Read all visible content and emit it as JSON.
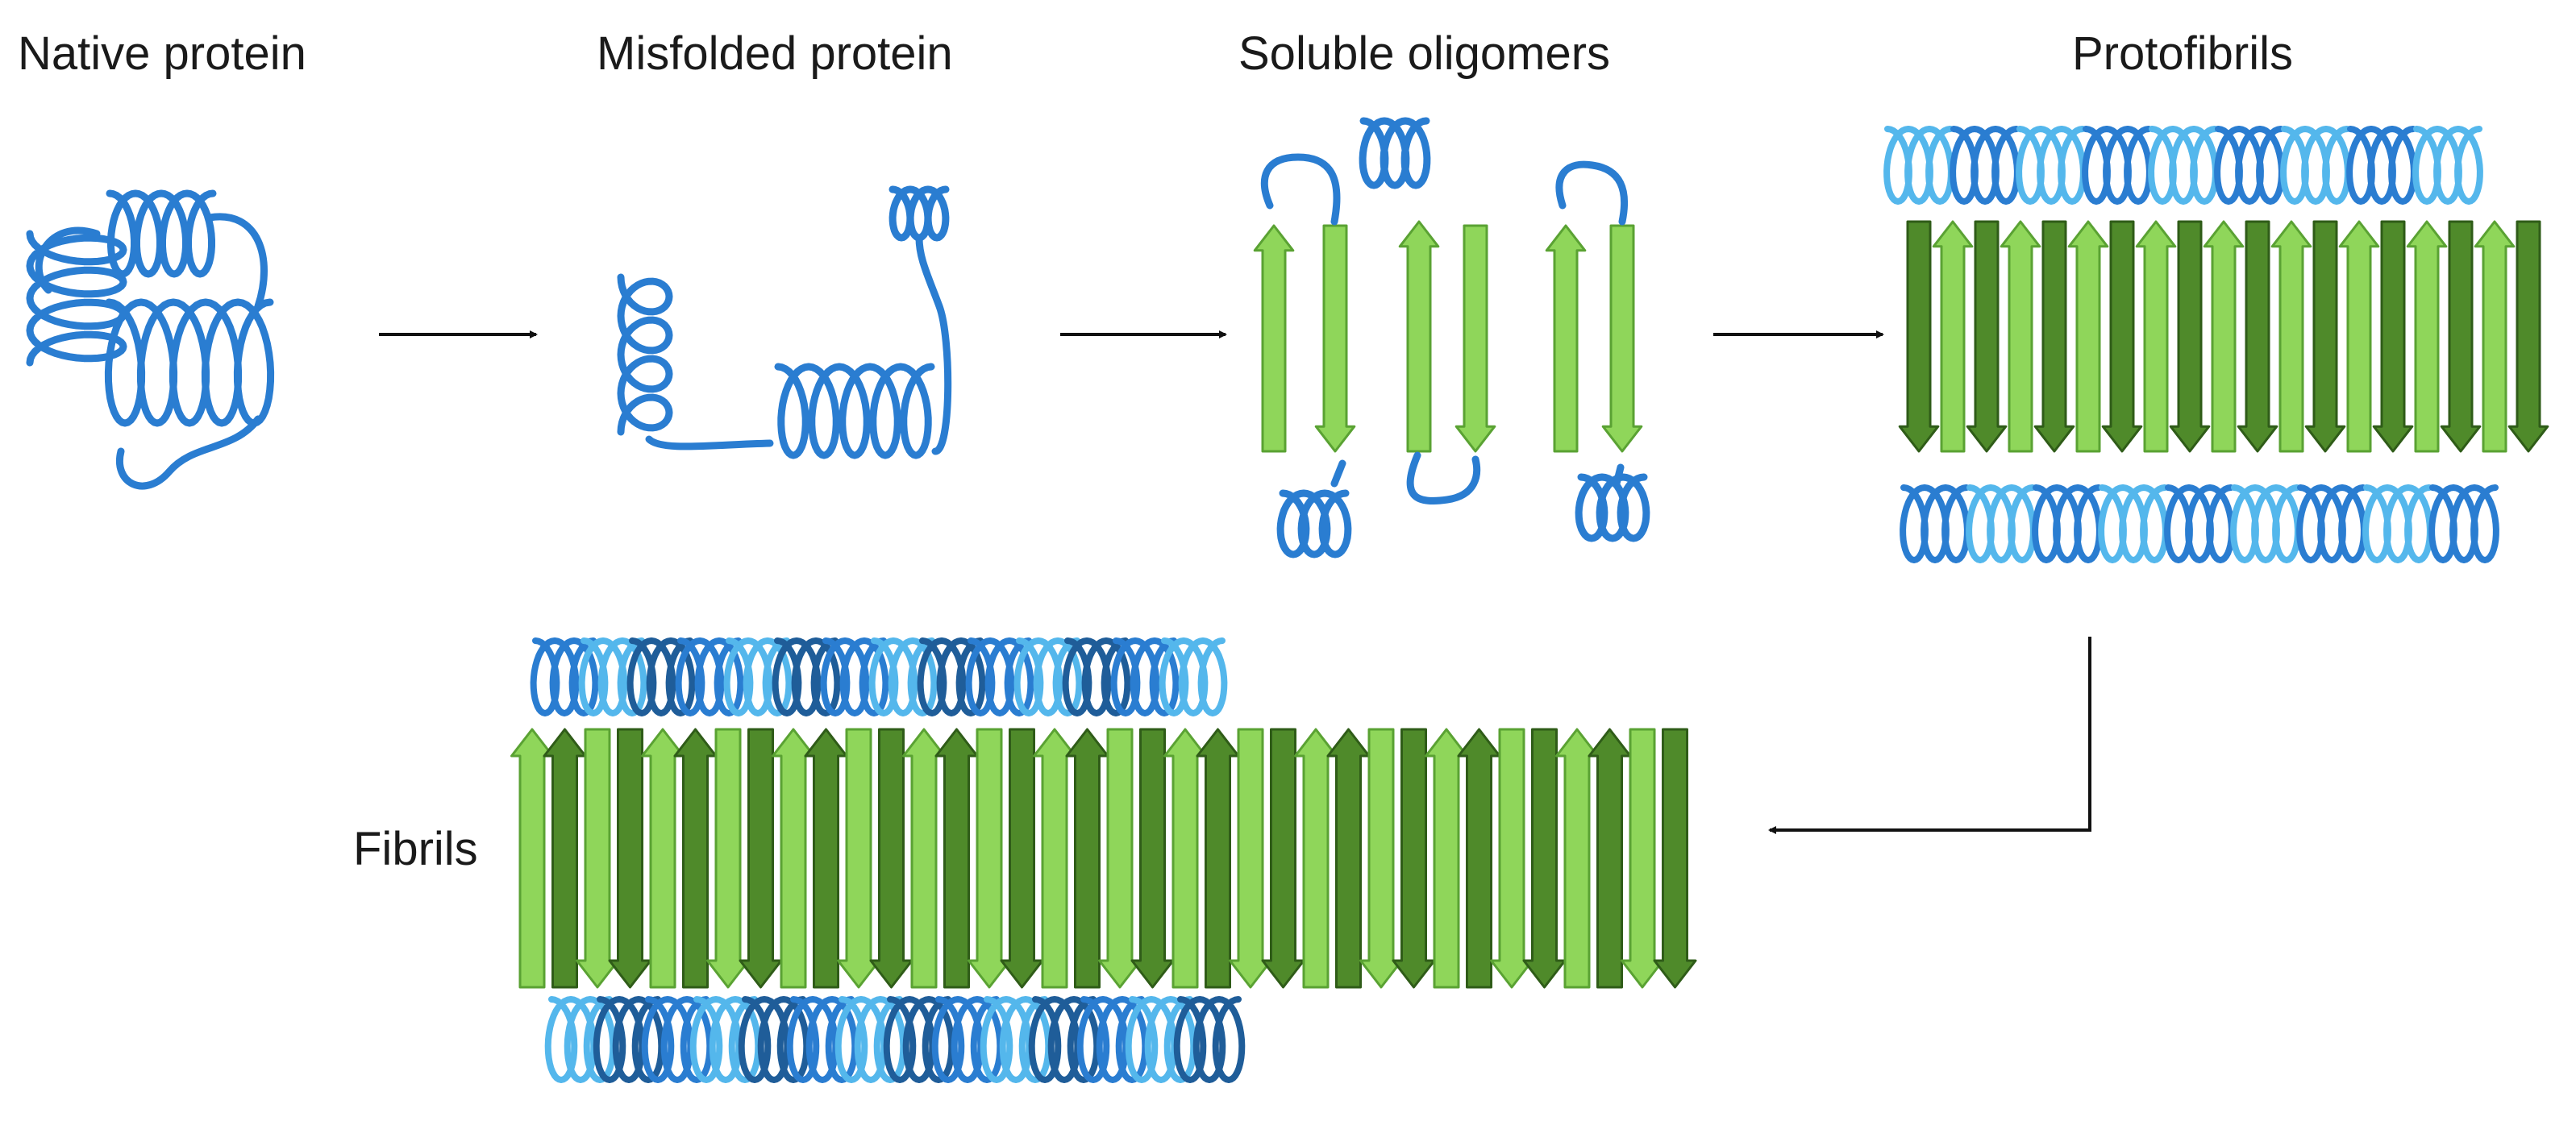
{
  "stages": {
    "native": "Native protein",
    "misfolded": "Misfolded protein",
    "oligomers": "Soluble oligomers",
    "protofibrils": "Protofibrils",
    "fibrils": "Fibrils"
  },
  "colors": {
    "coil": "#2a7dd1",
    "coil_light": "#54b7ec",
    "coil_dark": "#1f5d99",
    "strand_light": "#8fd65a",
    "strand_light_edge": "#5aa233",
    "strand_dark": "#4f8a2a",
    "strand_dark_edge": "#2f5c18",
    "arrow": "#111111"
  },
  "icons": {
    "pathway_arrow": "right-arrow-icon",
    "return_arrow": "elbow-arrow-icon"
  }
}
